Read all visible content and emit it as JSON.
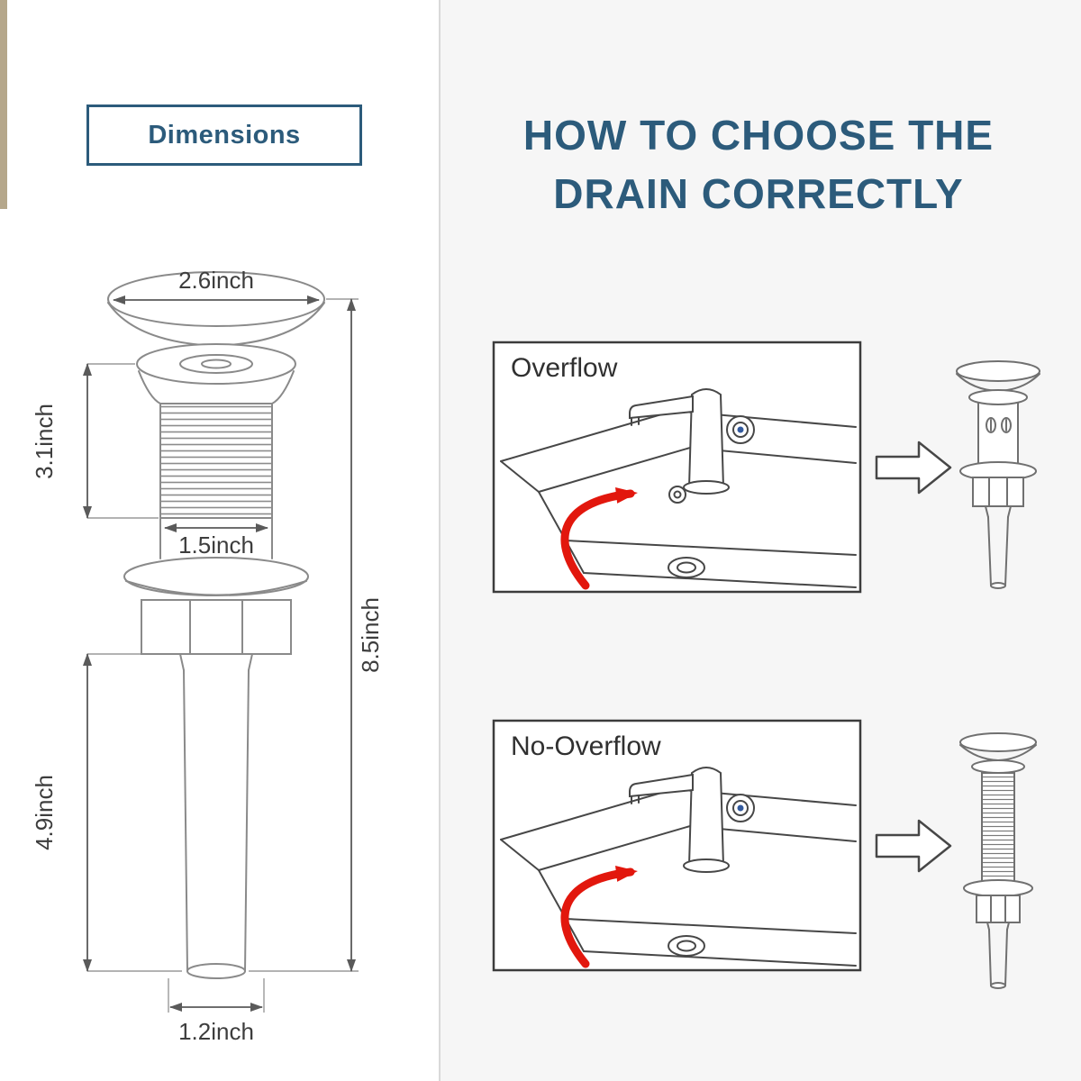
{
  "left_panel": {
    "badge": "Dimensions",
    "dimensions": {
      "cap_diameter": "2.6inch",
      "thread_height": "3.1inch",
      "thread_diameter": "1.5inch",
      "overall_height": "8.5inch",
      "tailpipe_length": "4.9inch",
      "tailpipe_diameter": "1.2inch"
    }
  },
  "right_panel": {
    "title_line1": "HOW TO CHOOSE THE",
    "title_line2": "DRAIN CORRECTLY",
    "options": [
      {
        "label": "Overflow"
      },
      {
        "label": "No-Overflow"
      }
    ]
  },
  "colors": {
    "accent": "#2c5b7b",
    "sketch_line": "#8a8a8a",
    "dark_line": "#474747",
    "red_arrow": "#e2170d",
    "right_background": "#f6f6f6",
    "edge_strip": "#b5a78b"
  }
}
